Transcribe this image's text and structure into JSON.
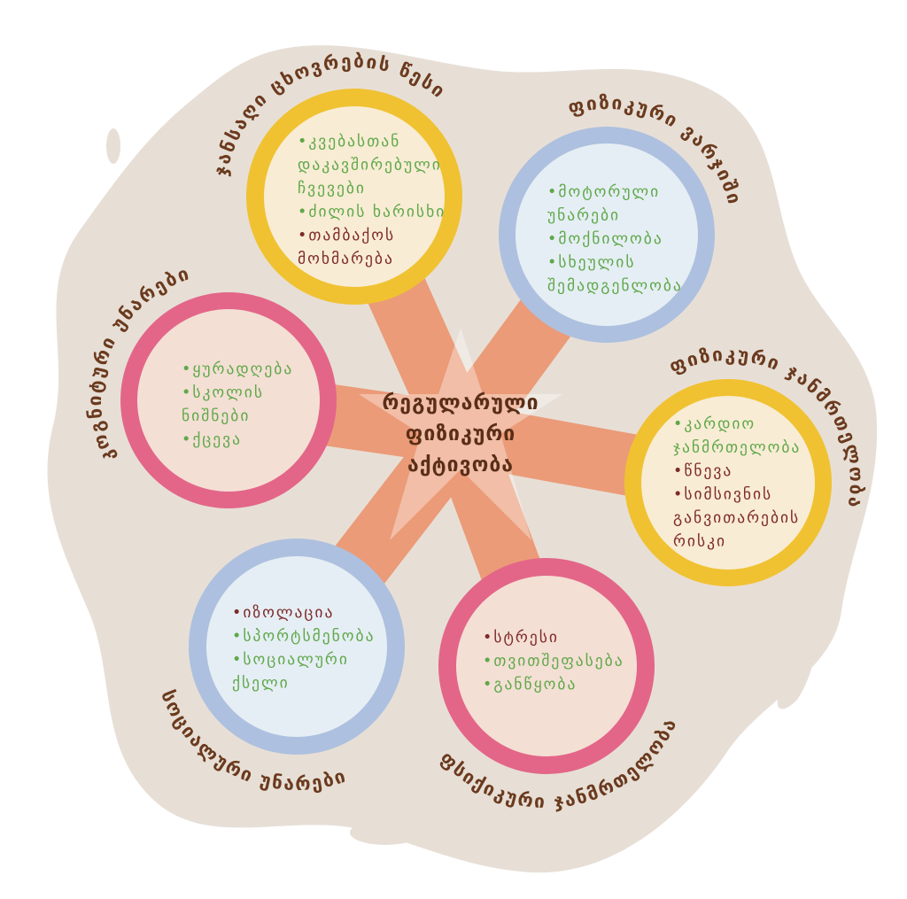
{
  "center": {
    "lines": [
      "რეგულარული",
      "ფიზიკური",
      "აქტივობა"
    ]
  },
  "colors": {
    "background_blob": "#e7dfd6",
    "spoke": "#eb9b78",
    "title": "#6b3a1e",
    "positive": "#5fa84a",
    "negative": "#7e2a2a"
  },
  "circles": [
    {
      "title": "ჯანსაღი ცხოვრების წესი",
      "ring": "#f0c232",
      "fill": "#f8ecd4",
      "items": [
        {
          "tone": "positive",
          "lines": [
            "•კვებასთან",
            "დაკავშირებული",
            "ჩვევები"
          ]
        },
        {
          "tone": "positive",
          "lines": [
            "•ძილის ხარისხი"
          ]
        },
        {
          "tone": "negative",
          "lines": [
            "•თამბაქოს",
            "მოხმარება"
          ]
        }
      ]
    },
    {
      "title": "ფიზიკური ვარჯიში",
      "ring": "#aec0df",
      "fill": "#e5eef4",
      "items": [
        {
          "tone": "positive",
          "lines": [
            "•მოტორული",
            "უნარები"
          ]
        },
        {
          "tone": "positive",
          "lines": [
            "•მოქნილობა"
          ]
        },
        {
          "tone": "positive",
          "lines": [
            "•სხეულის",
            "შემადგენლობა"
          ]
        }
      ]
    },
    {
      "title": "ფიზიკური ჯანმრთელობა",
      "ring": "#f0c232",
      "fill": "#f8ecd4",
      "items": [
        {
          "tone": "positive",
          "lines": [
            "•კარდიო",
            "ჯანმრთელობა"
          ]
        },
        {
          "tone": "negative",
          "lines": [
            "•წნევა"
          ]
        },
        {
          "tone": "negative",
          "lines": [
            "•სიმსივნის",
            "განვითარების",
            "რისკი"
          ]
        }
      ]
    },
    {
      "title": "კოგნიტური უნარები",
      "ring": "#e36689",
      "fill": "#f4dfd4",
      "items": [
        {
          "tone": "positive",
          "lines": [
            "•ყურადღება"
          ]
        },
        {
          "tone": "positive",
          "lines": [
            "•სკოლის",
            "ნიშნები"
          ]
        },
        {
          "tone": "positive",
          "lines": [
            "•ქცევა"
          ]
        }
      ]
    },
    {
      "title": "სოციალური უნარები",
      "ring": "#aec0df",
      "fill": "#e5eef4",
      "items": [
        {
          "tone": "negative",
          "lines": [
            "•იზოლაცია"
          ]
        },
        {
          "tone": "positive",
          "lines": [
            "•სპორტსმენობა"
          ]
        },
        {
          "tone": "positive",
          "lines": [
            "•სოციალური",
            "ქსელი"
          ]
        }
      ]
    },
    {
      "title": "ფსიქიკური ჯანმრთელობა",
      "ring": "#e36689",
      "fill": "#f4dfd4",
      "items": [
        {
          "tone": "negative",
          "lines": [
            "•სტრესი"
          ]
        },
        {
          "tone": "positive",
          "lines": [
            "•თვითშეფასება"
          ]
        },
        {
          "tone": "positive",
          "lines": [
            "•განწყობა"
          ]
        }
      ]
    }
  ]
}
